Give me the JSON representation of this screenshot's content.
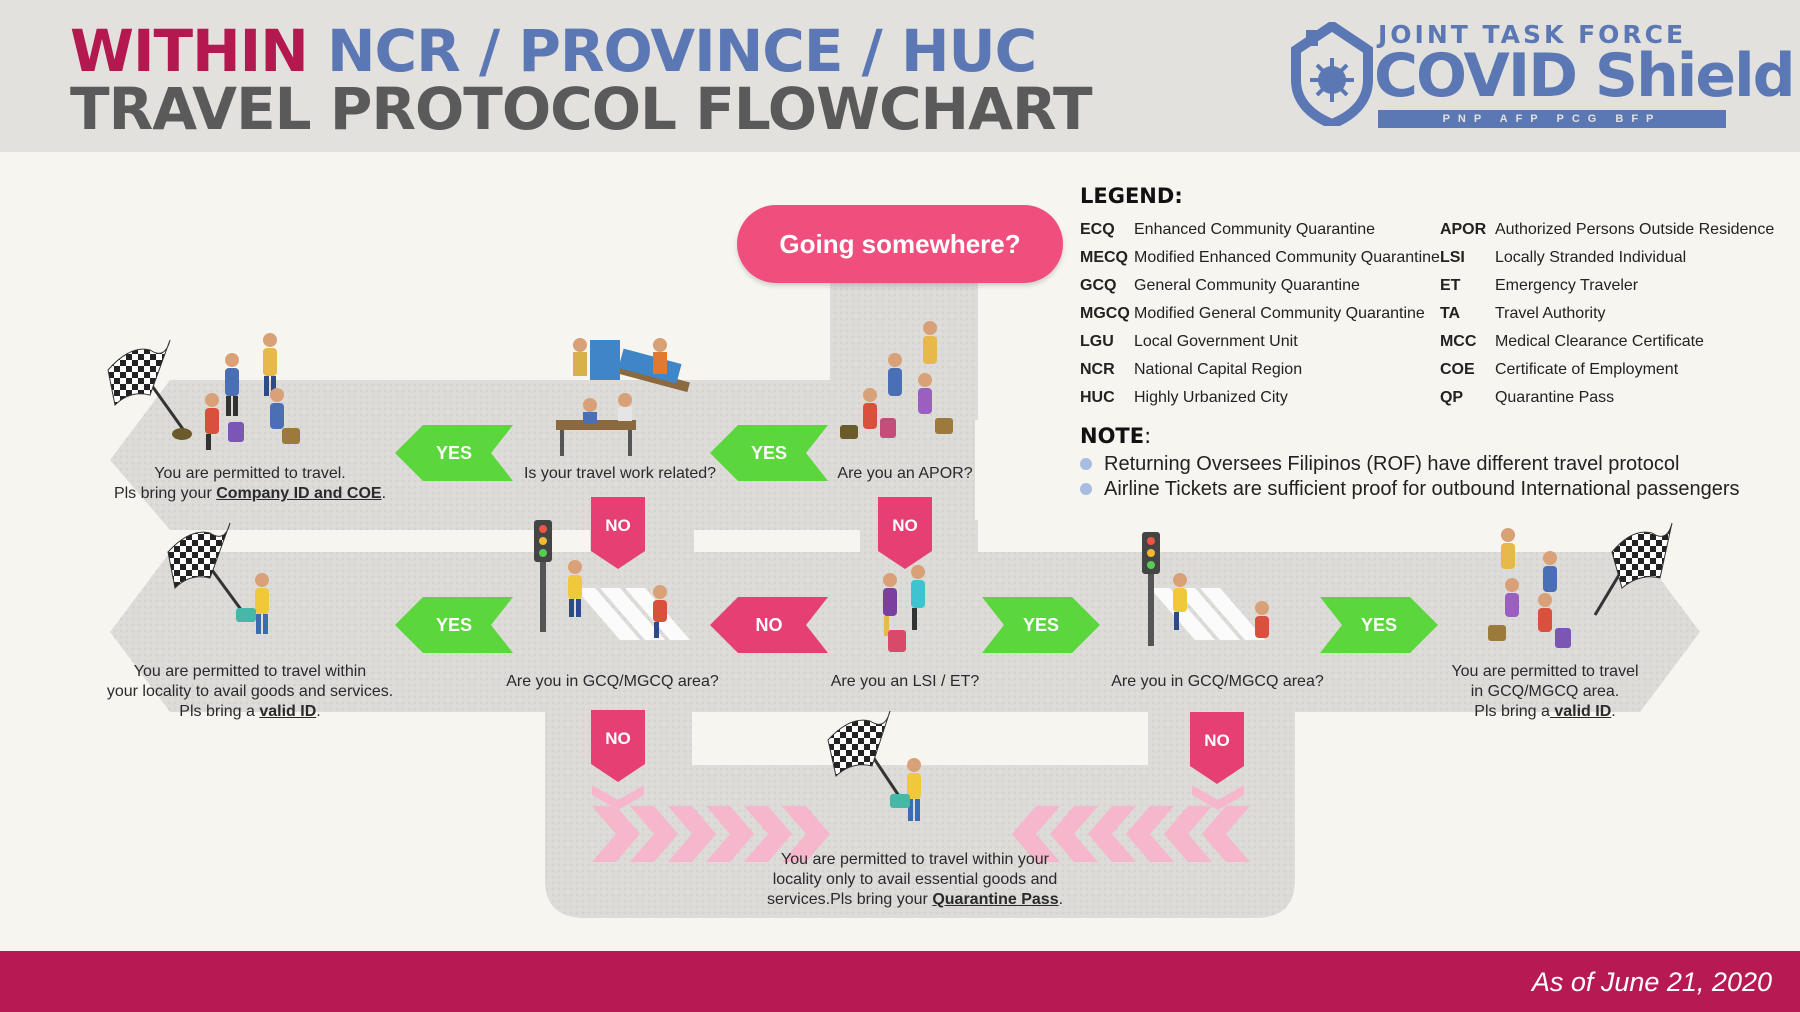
{
  "header": {
    "title_word_within": "WITHIN",
    "title_word_area": "NCR / PROVINCE / HUC",
    "title_line2": "TRAVEL PROTOCOL FLOWCHART"
  },
  "logo": {
    "line1": "JOINT TASK FORCE",
    "line2": "COVID Shield",
    "agencies": "PNP AFP PCG BFP"
  },
  "start": "Going somewhere?",
  "questions": {
    "apor": "Are you an APOR?",
    "work": "Is your travel work related?",
    "lsi": "Are you an LSI / ET?",
    "gcq_left": "Are you in GCQ/MGCQ area?",
    "gcq_right": "Are you in GCQ/MGCQ area?"
  },
  "outcomes": {
    "work_line1": "You are permitted to travel.",
    "work_line2_prefix": "Pls bring your ",
    "work_line2_bold": "Company ID and COE",
    "work_line2_suffix": ".",
    "local_line1": "You are permitted to travel within",
    "local_line2": "your locality to avail goods and services.",
    "local_line3_prefix": "Pls bring a ",
    "local_line3_bold": "valid ID",
    "local_line3_suffix": ".",
    "gcq_line1": "You are permitted to travel",
    "gcq_line2": "in GCQ/MGCQ area.",
    "gcq_line3_prefix": "Pls bring a",
    "gcq_line3_bold": " valid ID",
    "gcq_line3_suffix": ".",
    "qp_line1": "You are permitted to travel within your",
    "qp_line2": "locality only to avail essential goods and",
    "qp_line3_prefix": "services.Pls bring your ",
    "qp_line3_bold": "Quarantine Pass",
    "qp_line3_suffix": "."
  },
  "arrows": {
    "yes": "YES",
    "no": "NO"
  },
  "legend": {
    "title": "LEGEND:",
    "left": [
      {
        "abbr": "ECQ",
        "desc": "Enhanced Community Quarantine"
      },
      {
        "abbr": "MECQ",
        "desc": "Modified Enhanced Community Quarantine"
      },
      {
        "abbr": "GCQ",
        "desc": "General Community Quarantine"
      },
      {
        "abbr": "MGCQ",
        "desc": "Modified General Community Quarantine"
      },
      {
        "abbr": "LGU",
        "desc": "Local Government Unit"
      },
      {
        "abbr": "NCR",
        "desc": "National Capital Region"
      },
      {
        "abbr": "HUC",
        "desc": "Highly Urbanized City"
      }
    ],
    "right": [
      {
        "abbr": "APOR",
        "desc": "Authorized Persons Outside Residence"
      },
      {
        "abbr": "LSI",
        "desc": "Locally Stranded Individual"
      },
      {
        "abbr": "ET",
        "desc": "Emergency Traveler"
      },
      {
        "abbr": "TA",
        "desc": "Travel Authority"
      },
      {
        "abbr": "MCC",
        "desc": "Medical Clearance Certificate"
      },
      {
        "abbr": "COE",
        "desc": "Certificate of Employment"
      },
      {
        "abbr": "QP",
        "desc": "Quarantine Pass"
      }
    ]
  },
  "note": {
    "title": "NOTE",
    "title_suffix": ":",
    "items": [
      "Returning Oversees Filipinos (ROF) have different travel protocol",
      "Airline Tickets are sufficient proof for outbound International passengers"
    ]
  },
  "footer": {
    "date": "As of June 21, 2020"
  },
  "colors": {
    "title_red": "#b3184f",
    "title_blue": "#5b78b4",
    "start_pink": "#f04f7e",
    "yes_green": "#5bd63d",
    "no_pink": "#e63f73",
    "footer": "#b71a52",
    "road": "#dcdbd8"
  }
}
